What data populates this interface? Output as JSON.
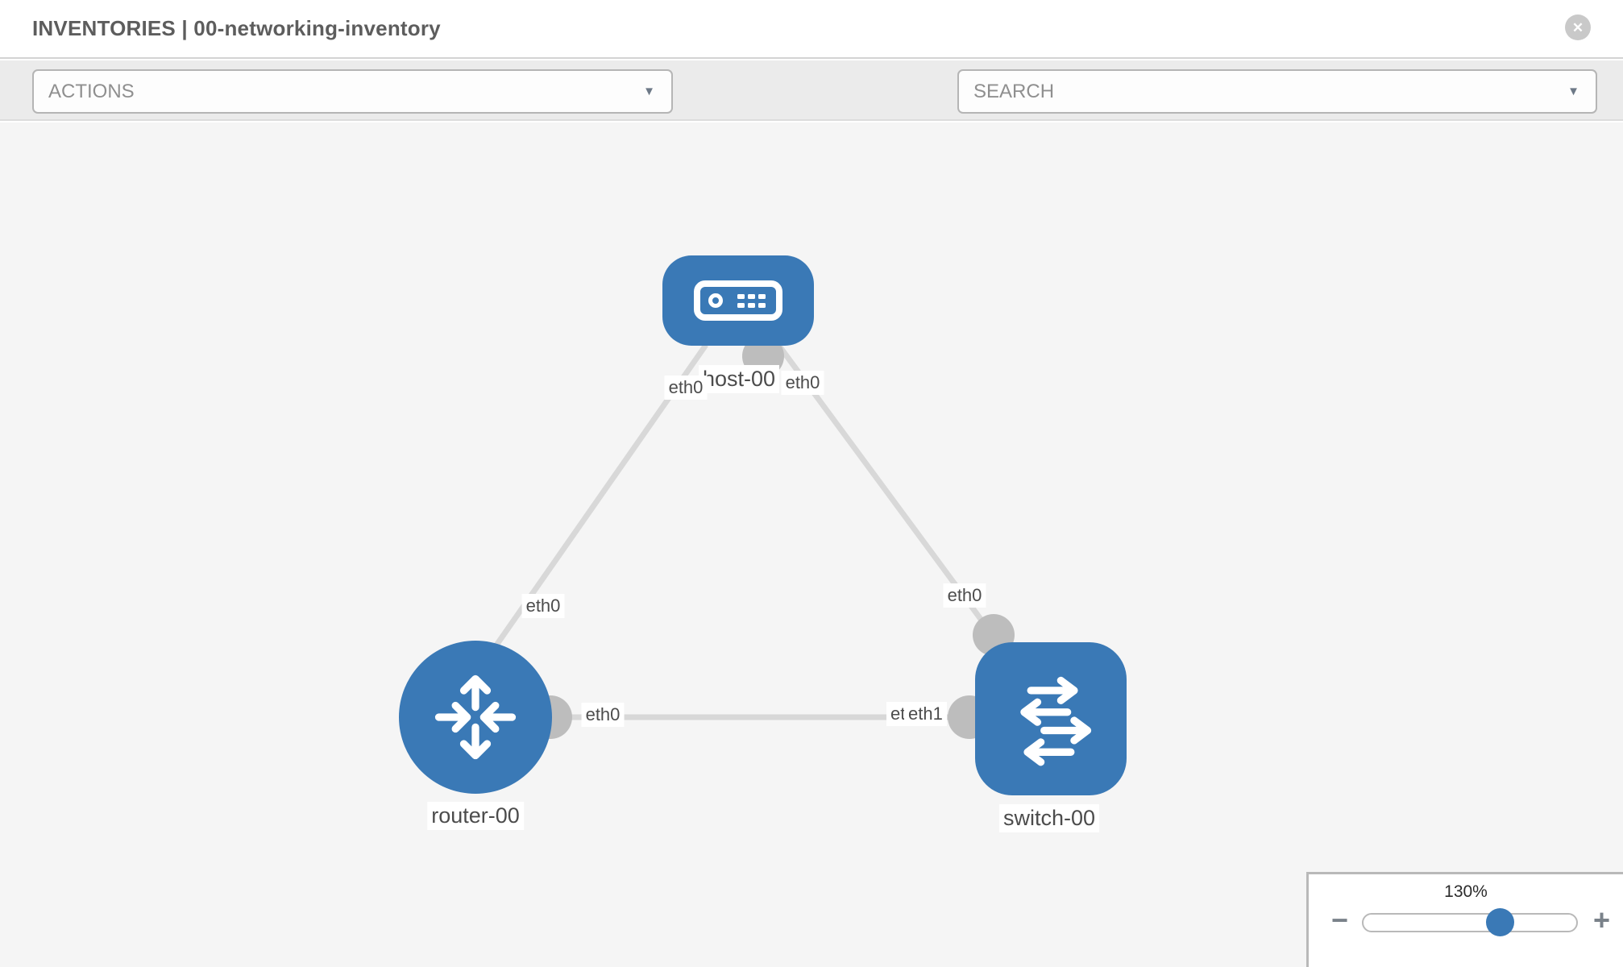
{
  "header": {
    "title": "INVENTORIES | 00-networking-inventory",
    "close_icon_glyph": "✕"
  },
  "toolbar": {
    "actions_label": "ACTIONS",
    "search_label": "SEARCH",
    "caret_glyph": "▼",
    "icons": [
      "wrench-icon",
      "key-icon"
    ]
  },
  "topology": {
    "nodes": [
      {
        "id": "host-00",
        "type": "host",
        "label": "host-00"
      },
      {
        "id": "router-00",
        "type": "router",
        "label": "router-00"
      },
      {
        "id": "switch-00",
        "type": "switch",
        "label": "switch-00"
      }
    ],
    "links": [
      {
        "from": "host-00",
        "from_if": "eth0",
        "to": "router-00",
        "to_if": "eth0"
      },
      {
        "from": "host-00",
        "from_if": "eth0",
        "to": "switch-00",
        "to_if": "eth0"
      },
      {
        "from": "router-00",
        "from_if": "eth0",
        "to": "switch-00",
        "to_if": "eth1"
      }
    ],
    "if_labels": {
      "host_left": "eth0",
      "host_right": "eth0",
      "router_top": "eth0",
      "switch_top": "eth0",
      "router_right": "eth0",
      "switch_left_under": "eth0",
      "switch_left_over": "eth1"
    }
  },
  "zoom_control": {
    "level": "130%",
    "minus_glyph": "−",
    "plus_glyph": "+"
  },
  "colors": {
    "node_fill": "#3a79b6",
    "link": "#d8d8d8",
    "connector": "#bdbdbd",
    "canvas_bg": "#f5f5f5",
    "toolbar_bg": "#ebebeb",
    "slider_thumb": "#3a79b6",
    "title_text": "#5d5d5d"
  }
}
